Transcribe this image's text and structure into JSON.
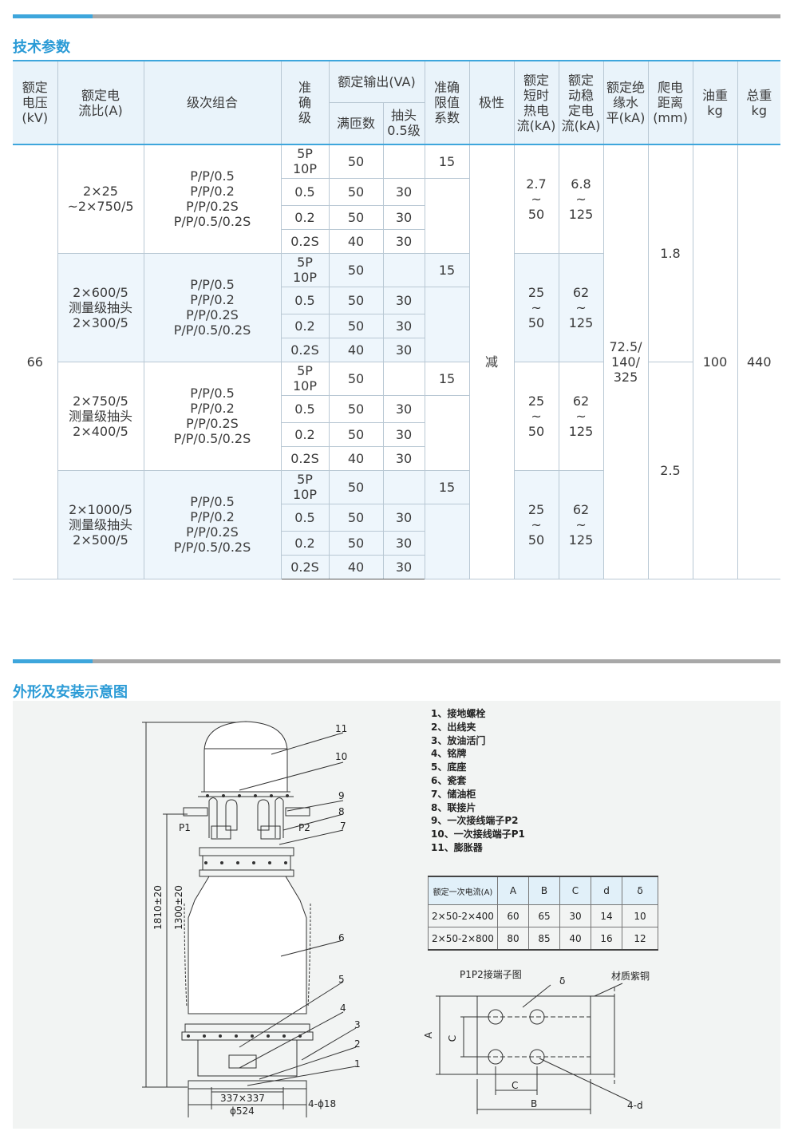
{
  "section1_title": "技术参数",
  "section2_title": "外形及安装示意图",
  "spec_table": {
    "headers": {
      "voltage": [
        "额定",
        "电压",
        "(kV)"
      ],
      "ratio": [
        "额定电",
        "流比(A)"
      ],
      "combo": "级次组合",
      "accuracy": [
        "准",
        "确",
        "级"
      ],
      "output": "额定输出(VA)",
      "full": "满匝数",
      "tap": [
        "抽头",
        "0.5级"
      ],
      "alf": [
        "准确",
        "限值",
        "系数"
      ],
      "polarity": "极性",
      "thermal": [
        "额定",
        "短时",
        "热电",
        "流(kA)"
      ],
      "dynamic": [
        "额定",
        "动稳",
        "定电",
        "流(kA)"
      ],
      "insulation": [
        "额定绝",
        "缘水",
        "平(kA)"
      ],
      "creep": [
        "爬电",
        "距离",
        "(mm)"
      ],
      "oil": [
        "油重",
        "kg"
      ],
      "total": [
        "总重",
        "kg"
      ]
    },
    "voltage": "66",
    "polarity": "减",
    "insulation": [
      "72.5/",
      "140/",
      "325"
    ],
    "creep_upper": "1.8",
    "creep_lower": "2.5",
    "oil": "100",
    "total": "440",
    "groups": [
      {
        "ratio": [
          "2×25",
          "~2×750/5"
        ],
        "combo": [
          "P/P/0.5",
          "P/P/0.2",
          "P/P/0.2S",
          "P/P/0.5/0.2S"
        ],
        "alf": "15",
        "thermal": [
          "2.7",
          "~",
          "50"
        ],
        "dynamic": [
          "6.8",
          "~",
          "125"
        ],
        "rows": [
          {
            "acc": "5P\n10P",
            "full": "50",
            "tap": ""
          },
          {
            "acc": "0.5",
            "full": "50",
            "tap": "30"
          },
          {
            "acc": "0.2",
            "full": "50",
            "tap": "30"
          },
          {
            "acc": "0.2S",
            "full": "40",
            "tap": "30"
          }
        ]
      },
      {
        "ratio": [
          "2×600/5",
          "测量级抽头",
          "2×300/5"
        ],
        "combo": [
          "P/P/0.5",
          "P/P/0.2",
          "P/P/0.2S",
          "P/P/0.5/0.2S"
        ],
        "alf": "15",
        "thermal": [
          "25",
          "~",
          "50"
        ],
        "dynamic": [
          "62",
          "~",
          "125"
        ],
        "rows": [
          {
            "acc": "5P\n10P",
            "full": "50",
            "tap": ""
          },
          {
            "acc": "0.5",
            "full": "50",
            "tap": "30"
          },
          {
            "acc": "0.2",
            "full": "50",
            "tap": "30"
          },
          {
            "acc": "0.2S",
            "full": "40",
            "tap": "30"
          }
        ]
      },
      {
        "ratio": [
          "2×750/5",
          "测量级抽头",
          "2×400/5"
        ],
        "combo": [
          "P/P/0.5",
          "P/P/0.2",
          "P/P/0.2S",
          "P/P/0.5/0.2S"
        ],
        "alf": "15",
        "thermal": [
          "25",
          "~",
          "50"
        ],
        "dynamic": [
          "62",
          "~",
          "125"
        ],
        "rows": [
          {
            "acc": "5P\n10P",
            "full": "50",
            "tap": ""
          },
          {
            "acc": "0.5",
            "full": "50",
            "tap": "30"
          },
          {
            "acc": "0.2",
            "full": "50",
            "tap": "30"
          },
          {
            "acc": "0.2S",
            "full": "40",
            "tap": "30"
          }
        ]
      },
      {
        "ratio": [
          "2×1000/5",
          "测量级抽头",
          "2×500/5"
        ],
        "combo": [
          "P/P/0.5",
          "P/P/0.2",
          "P/P/0.2S",
          "P/P/0.5/0.2S"
        ],
        "alf": "15",
        "thermal": [
          "25",
          "~",
          "50"
        ],
        "dynamic": [
          "62",
          "~",
          "125"
        ],
        "rows": [
          {
            "acc": "5P\n10P",
            "full": "50",
            "tap": ""
          },
          {
            "acc": "0.5",
            "full": "50",
            "tap": "30"
          },
          {
            "acc": "0.2",
            "full": "50",
            "tap": "30"
          },
          {
            "acc": "0.2S",
            "full": "40",
            "tap": "30"
          }
        ]
      }
    ]
  },
  "legend": [
    "1、接地螺栓",
    "2、出线夹",
    "3、放油活门",
    "4、铭牌",
    "5、底座",
    "6、瓷套",
    "7、储油柜",
    "8、联接片",
    "9、一次接线端子P2",
    "10、一次接线端子P1",
    "11、膨胀器"
  ],
  "dims_table": {
    "header": [
      "额定一次电流(A)",
      "A",
      "B",
      "C",
      "d",
      "δ"
    ],
    "rows": [
      [
        "2×50-2×400",
        "60",
        "65",
        "30",
        "14",
        "10"
      ],
      [
        "2×50-2×800",
        "80",
        "85",
        "40",
        "16",
        "12"
      ]
    ]
  },
  "drawing": {
    "dim_total": "1810±20",
    "dim_lower": "1300±20",
    "dim_base": "337×337",
    "dim_dia": "ϕ524",
    "dim_holes": "4-ϕ18",
    "p1": "P1",
    "p2": "P2",
    "callouts": [
      "11",
      "10",
      "9",
      "8",
      "7",
      "6",
      "5",
      "4",
      "3",
      "2",
      "1"
    ],
    "terminal_title": "P1P2接端子图",
    "material": "材质紫铜",
    "lbl_delta": "δ",
    "lbl_A": "A",
    "lbl_C": "C",
    "lbl_C2": "C",
    "lbl_B": "B",
    "lbl_4d": "4-d"
  }
}
